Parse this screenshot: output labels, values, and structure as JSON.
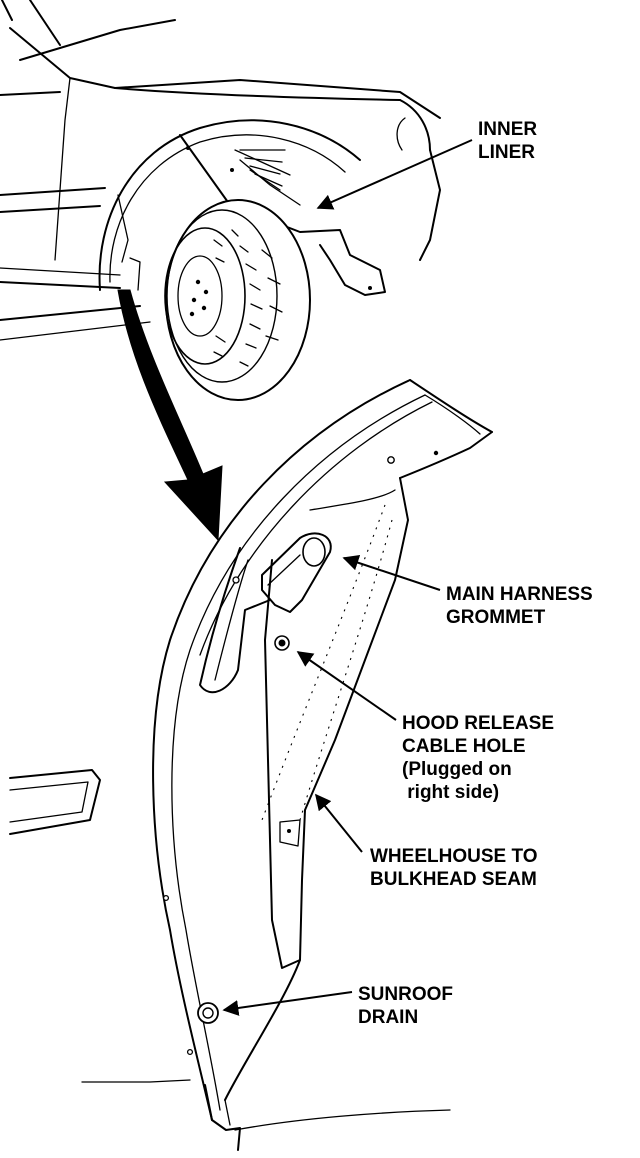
{
  "callouts": {
    "inner_liner": {
      "lines": [
        "INNER",
        "LINER"
      ]
    },
    "main_harness_grommet": {
      "lines": [
        "MAIN HARNESS",
        "GROMMET"
      ]
    },
    "hood_release_cable_hole": {
      "lines": [
        "HOOD RELEASE",
        "CABLE HOLE",
        "(Plugged on",
        " right side)"
      ]
    },
    "wheelhouse_seam": {
      "lines": [
        "WHEELHOUSE TO",
        "BULKHEAD SEAM"
      ]
    },
    "sunroof_drain": {
      "lines": [
        "SUNROOF",
        "DRAIN"
      ]
    }
  },
  "colors": {
    "ink": "#000000",
    "paper": "#ffffff"
  }
}
